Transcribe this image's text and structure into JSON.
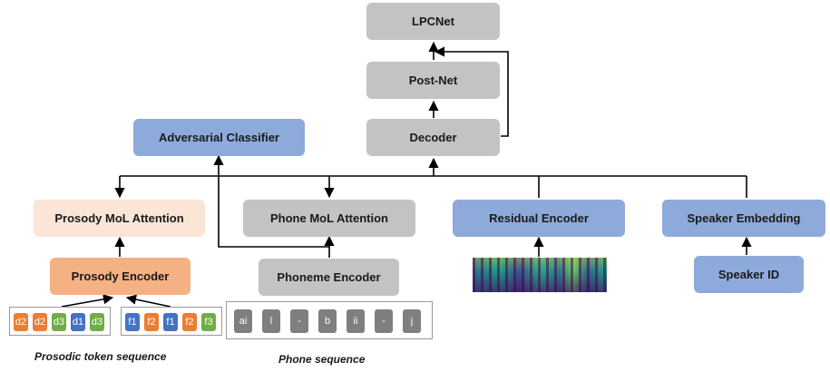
{
  "blocks": {
    "lpcnet": "LPCNet",
    "postnet": "Post-Net",
    "decoder": "Decoder",
    "adversarial": "Adversarial Classifier",
    "prosody_attention": "Prosody MoL Attention",
    "phone_attention": "Phone MoL Attention",
    "residual_encoder": "Residual Encoder",
    "speaker_embedding": "Speaker Embedding",
    "prosody_encoder": "Prosody Encoder",
    "phoneme_encoder": "Phoneme Encoder",
    "speaker_id": "Speaker ID"
  },
  "colors": {
    "gray": "#c3c3c3",
    "blue": "#8eaadb",
    "peach": "#fbe5d6",
    "orange": "#f4b183",
    "token_orange": "#ed7d31",
    "token_green": "#70ad47",
    "token_blue": "#4472c4",
    "token_gray": "#7f7f7f"
  },
  "prosodic_tokens_d": [
    {
      "label": "d2",
      "color": "orange"
    },
    {
      "label": "d2",
      "color": "orange"
    },
    {
      "label": "d3",
      "color": "green"
    },
    {
      "label": "d1",
      "color": "blue"
    },
    {
      "label": "d3",
      "color": "green"
    }
  ],
  "prosodic_tokens_f": [
    {
      "label": "f1",
      "color": "blue"
    },
    {
      "label": "f2",
      "color": "orange"
    },
    {
      "label": "f1",
      "color": "blue"
    },
    {
      "label": "f2",
      "color": "orange"
    },
    {
      "label": "f3",
      "color": "green"
    }
  ],
  "phone_tokens": [
    "ai",
    "l",
    "-",
    "b",
    "ii",
    "-",
    "j"
  ],
  "captions": {
    "prosodic": "Prosodic token sequence",
    "phone": "Phone sequence"
  }
}
